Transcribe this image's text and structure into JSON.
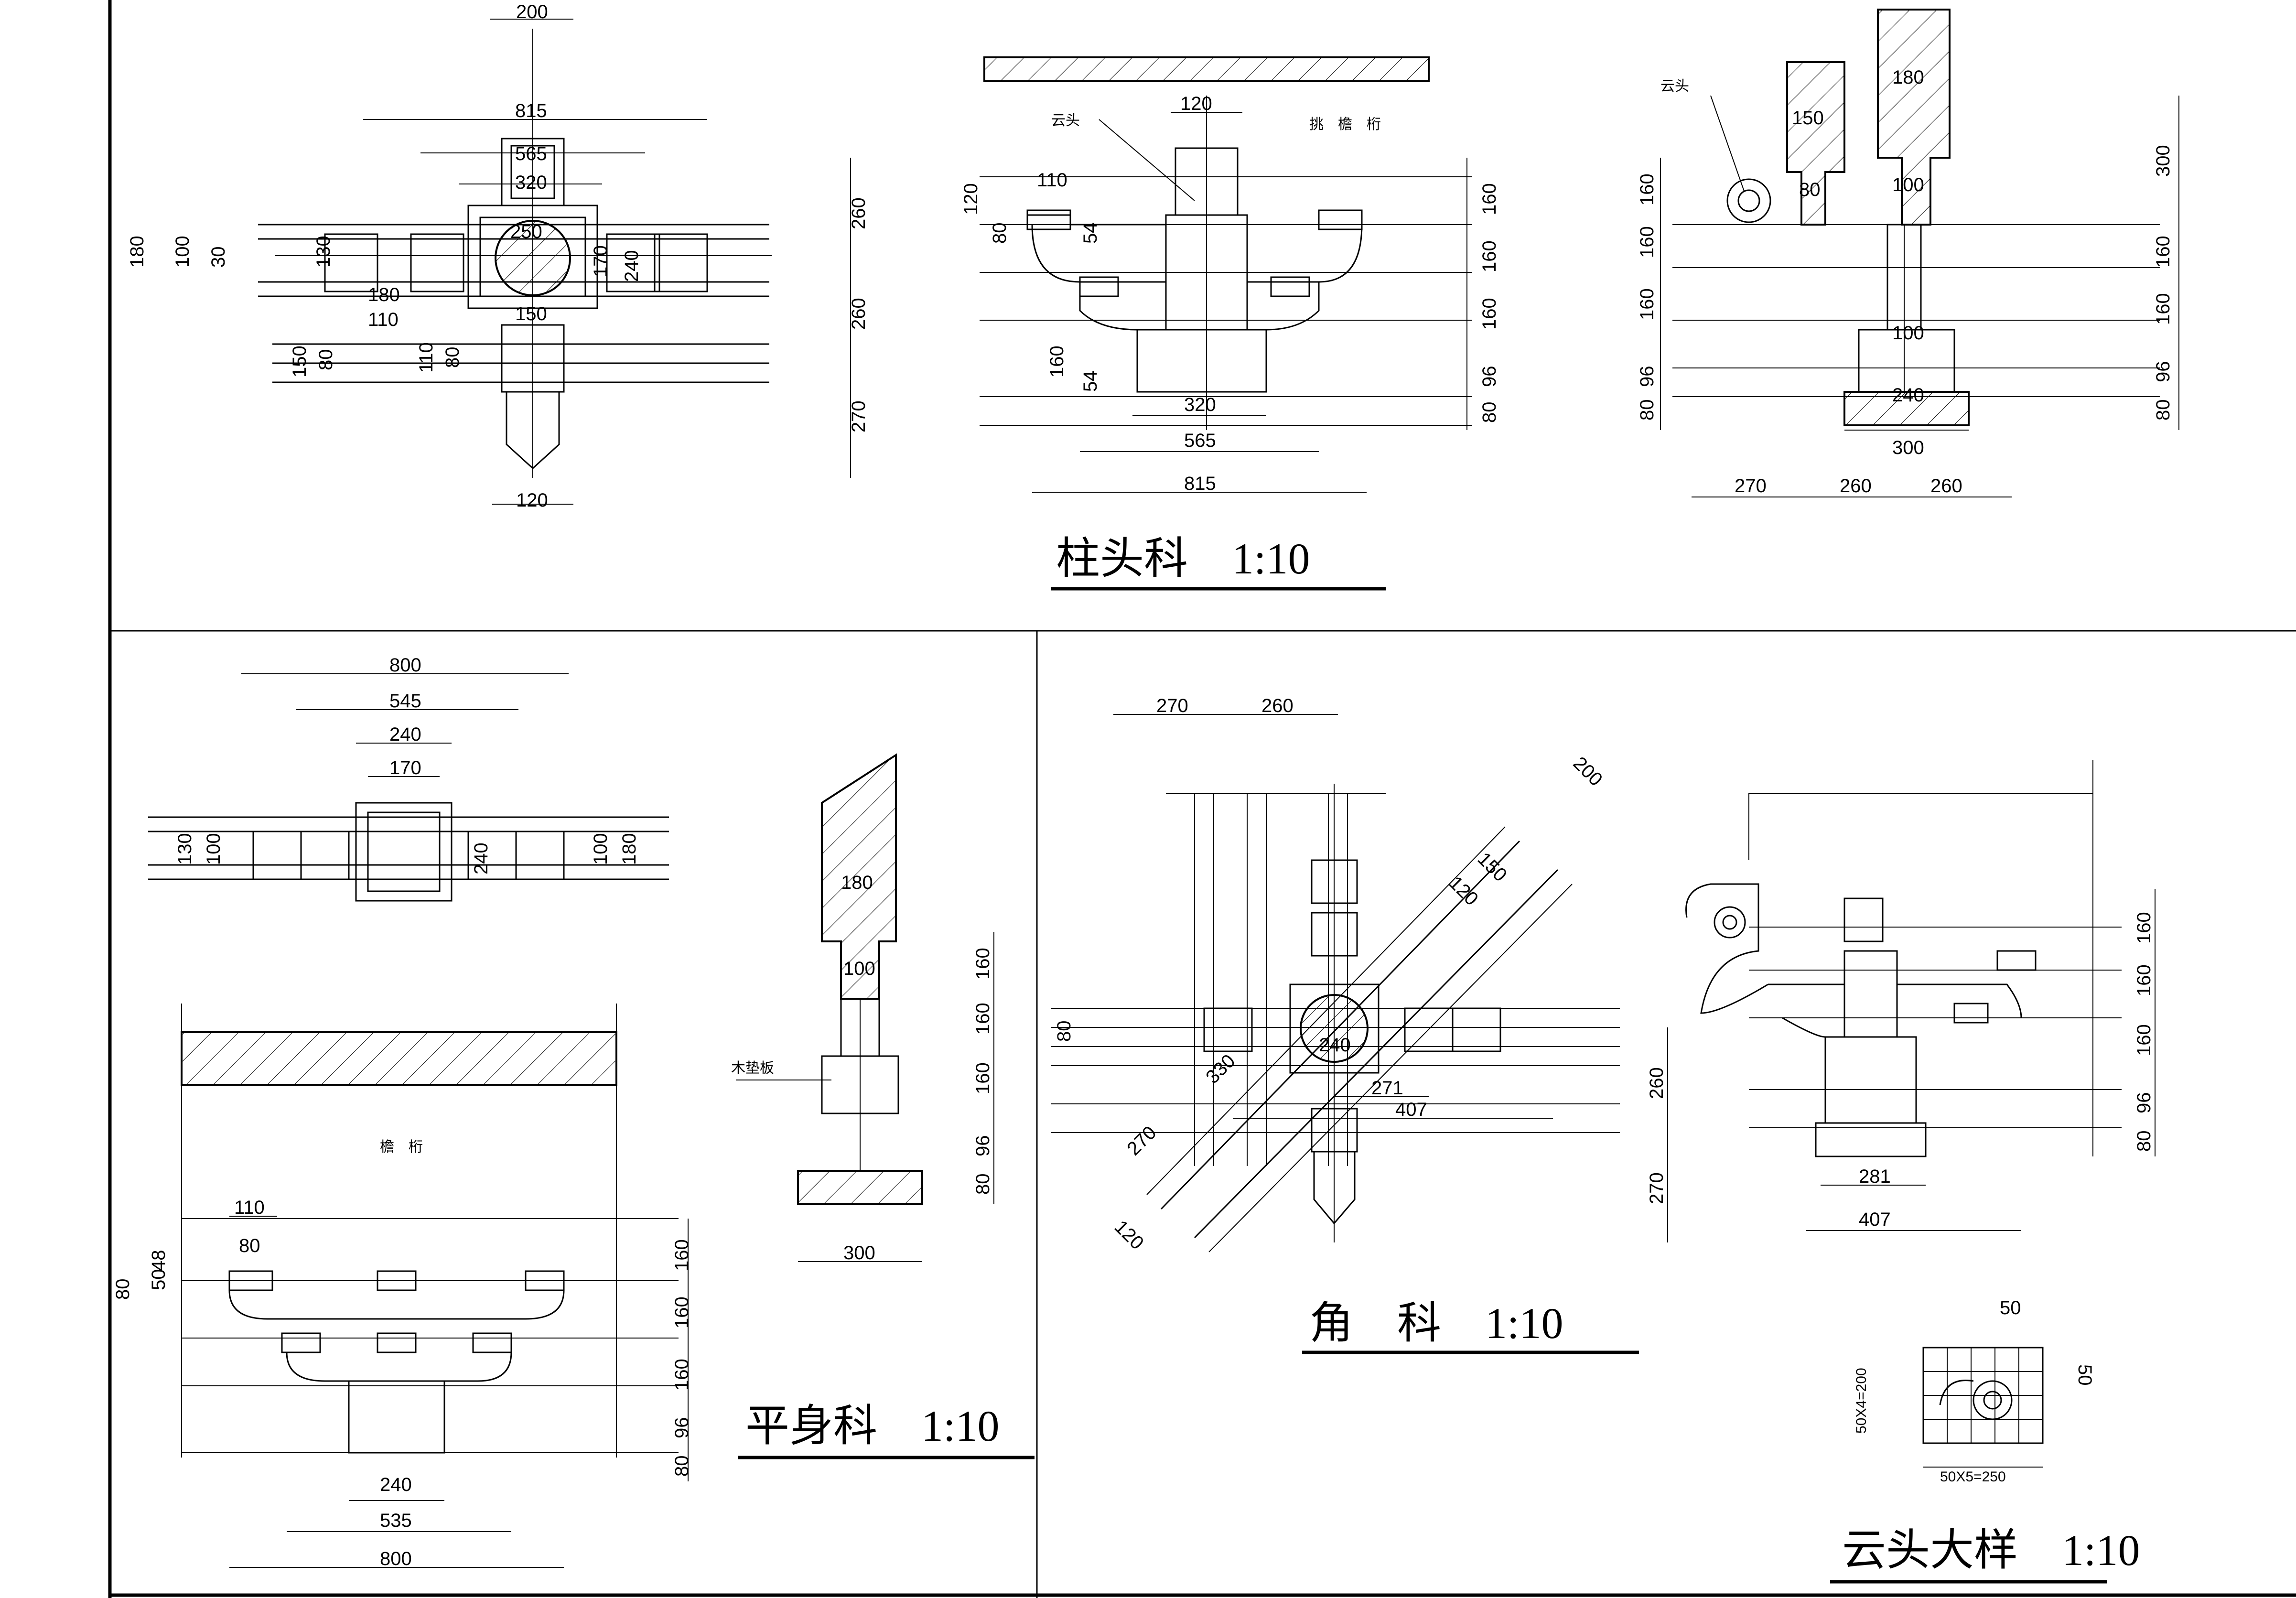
{
  "titles": {
    "column_bracket": "柱头科　1:10",
    "intermediate_bracket": "平身科　1:10",
    "corner_bracket": "角　科　1:10",
    "cloud_detail": "云头大样　1:10"
  },
  "notes": {
    "cloud_head_a": "云头",
    "cloud_head_b": "云头",
    "purlin_a": "挑　檐　桁",
    "purlin_b": "檐　桁",
    "board": "木垫板"
  },
  "dims": {
    "p1": [
      "200",
      "815",
      "565",
      "320",
      "250",
      "150",
      "180",
      "110",
      "120",
      "180",
      "100",
      "30",
      "130",
      "150",
      "80",
      "110",
      "80",
      "240",
      "170",
      "260",
      "260",
      "270"
    ],
    "p2": [
      "120",
      "110",
      "120",
      "80",
      "54",
      "160",
      "54",
      "320",
      "565",
      "815",
      "160",
      "160",
      "160",
      "96",
      "80"
    ],
    "p3": [
      "180",
      "150",
      "80",
      "100",
      "100",
      "240",
      "300",
      "270",
      "260",
      "260",
      "160",
      "160",
      "160",
      "96",
      "80",
      "300",
      "160",
      "160",
      "80",
      "96"
    ],
    "p4": [
      "800",
      "545",
      "240",
      "170",
      "130",
      "100",
      "240",
      "100",
      "180",
      "110",
      "80",
      "80",
      "50",
      "48",
      "240",
      "535",
      "800",
      "160",
      "160",
      "160",
      "96",
      "80"
    ],
    "p5": [
      "180",
      "100",
      "300",
      "160",
      "160",
      "160",
      "96",
      "80"
    ],
    "p6": [
      "270",
      "260",
      "200",
      "150",
      "120",
      "80",
      "330",
      "240",
      "271",
      "407",
      "270",
      "120",
      "260",
      "270"
    ],
    "p7": [
      "281",
      "407",
      "160",
      "160",
      "160",
      "96",
      "80"
    ],
    "p8": [
      "50",
      "50",
      "50X4=200",
      "50X5=250"
    ]
  }
}
